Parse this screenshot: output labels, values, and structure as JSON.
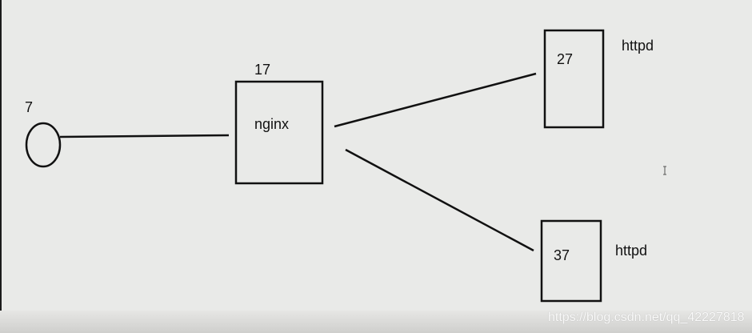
{
  "client": {
    "label": "7"
  },
  "proxy": {
    "id": "17",
    "name": "nginx"
  },
  "backends": [
    {
      "id": "27",
      "name": "httpd"
    },
    {
      "id": "37",
      "name": "httpd"
    }
  ],
  "watermark": "https://blog.csdn.net/qq_42227818",
  "colors": {
    "background": "#e9eae8",
    "stroke": "#111111",
    "watermark": "#ffffff"
  }
}
